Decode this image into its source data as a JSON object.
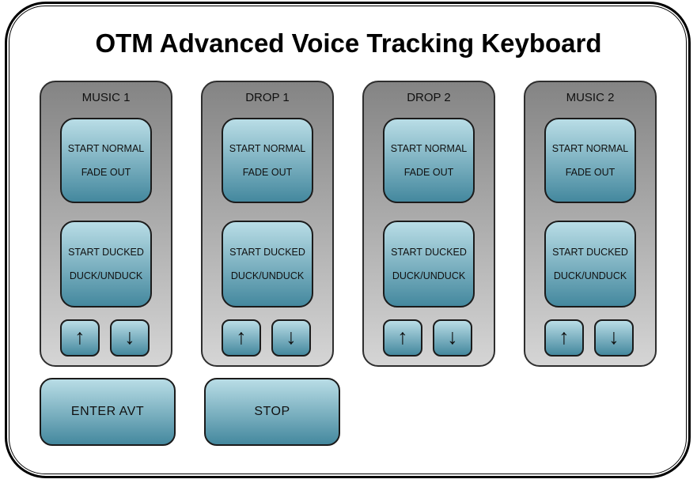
{
  "window": {
    "title": "OTM Advanced Voice Tracking Keyboard"
  },
  "colors": {
    "panel_gradient_top": "#848484",
    "panel_gradient_bottom": "#d5d5d5",
    "button_gradient_top": "#b9dde6",
    "button_gradient_bottom": "#44889e",
    "border": "#000000",
    "text": "#101010"
  },
  "glyphs": {
    "arrow_up": "↑",
    "arrow_down": "↓"
  },
  "panels": [
    {
      "title": "MUSIC 1",
      "button1": {
        "line1": "START NORMAL",
        "line2": "FADE OUT"
      },
      "button2": {
        "line1": "START DUCKED",
        "line2": "DUCK/UNDUCK"
      }
    },
    {
      "title": "DROP 1",
      "button1": {
        "line1": "START NORMAL",
        "line2": "FADE OUT"
      },
      "button2": {
        "line1": "START DUCKED",
        "line2": "DUCK/UNDUCK"
      }
    },
    {
      "title": "DROP 2",
      "button1": {
        "line1": "START NORMAL",
        "line2": "FADE OUT"
      },
      "button2": {
        "line1": "START DUCKED",
        "line2": "DUCK/UNDUCK"
      }
    },
    {
      "title": "MUSIC 2",
      "button1": {
        "line1": "START NORMAL",
        "line2": "FADE OUT"
      },
      "button2": {
        "line1": "START DUCKED",
        "line2": "DUCK/UNDUCK"
      }
    }
  ],
  "footer": {
    "buttons": [
      {
        "label": "ENTER AVT"
      },
      {
        "label": "STOP"
      }
    ]
  }
}
